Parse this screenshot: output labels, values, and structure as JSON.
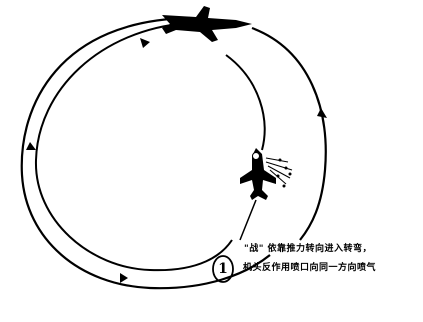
{
  "annotation": {
    "step_number": "1",
    "line1": "\"战\" 依靠推力转向进入转弯，",
    "line2": "机头反作用喷口向同一方向喷气"
  }
}
